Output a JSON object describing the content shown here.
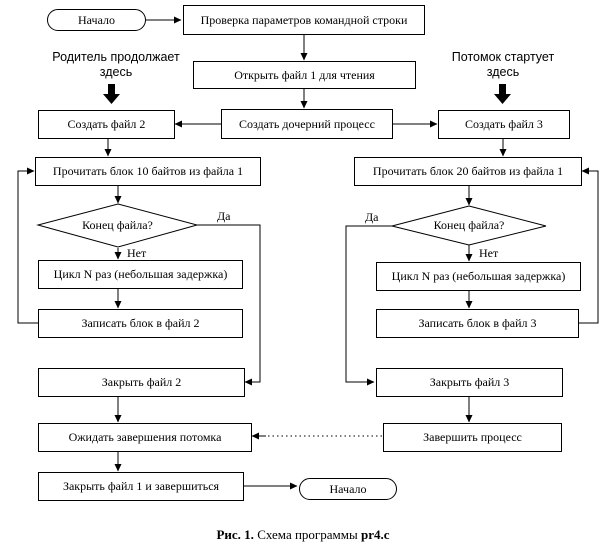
{
  "start": "Начало",
  "check_params": "Проверка параметров командной строки",
  "open_file": "Открыть файл 1 для чтения",
  "create_child": "Создать дочерний процесс",
  "parent_note": "Родитель продолжает здесь",
  "child_note": "Потомок стартует здесь",
  "parent": {
    "create_file": "Создать файл 2",
    "read_block": "Прочитать блок 10 байтов из файла 1",
    "eof_question": "Конец файла?",
    "yes": "Да",
    "no": "Нет",
    "loop": "Цикл  N  раз (небольшая задержка)",
    "write_block": "Записать блок в файл 2",
    "close_file": "Закрыть файл 2",
    "wait_child": "Ожидать завершения потомка",
    "close_and_exit": "Закрыть файл 1 и завершиться",
    "end": "Начало"
  },
  "child": {
    "create_file": "Создать файл 3",
    "read_block": "Прочитать блок 20 байтов из файла 1",
    "eof_question": "Конец файла?",
    "yes": "Да",
    "no": "Нет",
    "loop": "Цикл  N  раз (небольшая задержка)",
    "write_block": "Записать блок в файл 3",
    "close_file": "Закрыть файл 3",
    "finish": "Завершить процесс"
  },
  "caption": {
    "prefix": "Рис. 1.",
    "text": " Схема программы ",
    "program": "pr4.c"
  }
}
